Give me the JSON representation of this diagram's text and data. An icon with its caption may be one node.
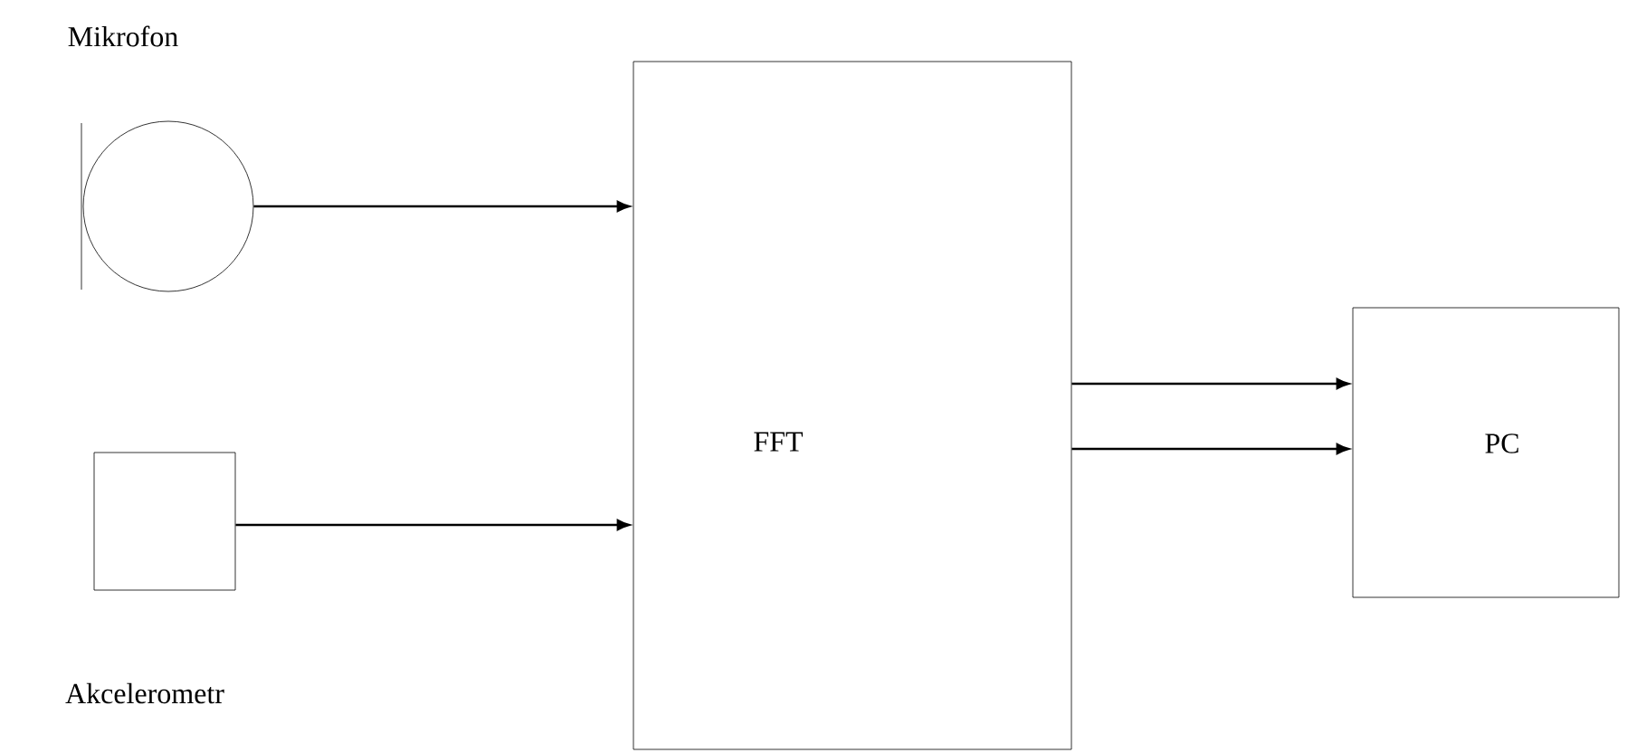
{
  "diagram": {
    "nodes": [
      {
        "text": [
          "Mikrofon"
        ]
      },
      {
        "text": [
          "Akcelerometr"
        ]
      },
      {
        "text": [
          "FFT"
        ]
      },
      {
        "text": [
          "PC"
        ]
      }
    ],
    "edges": [
      {
        "from": 0,
        "to": 2,
        "arrow": "to"
      },
      {
        "from": 1,
        "to": 2,
        "arrow": "to"
      },
      {
        "from": 2,
        "to": 3,
        "arrow": "to"
      },
      {
        "from": 2,
        "to": 3,
        "arrow": "to"
      }
    ]
  }
}
